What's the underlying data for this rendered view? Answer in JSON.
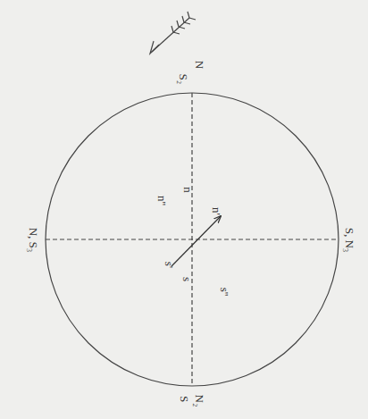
{
  "diagram": {
    "labels": [
      "N",
      "S₂",
      "S",
      "N₂",
      "N, S₃",
      "S, N₃",
      "n",
      "n''",
      "n'",
      "s",
      "s'",
      "s''"
    ]
  }
}
